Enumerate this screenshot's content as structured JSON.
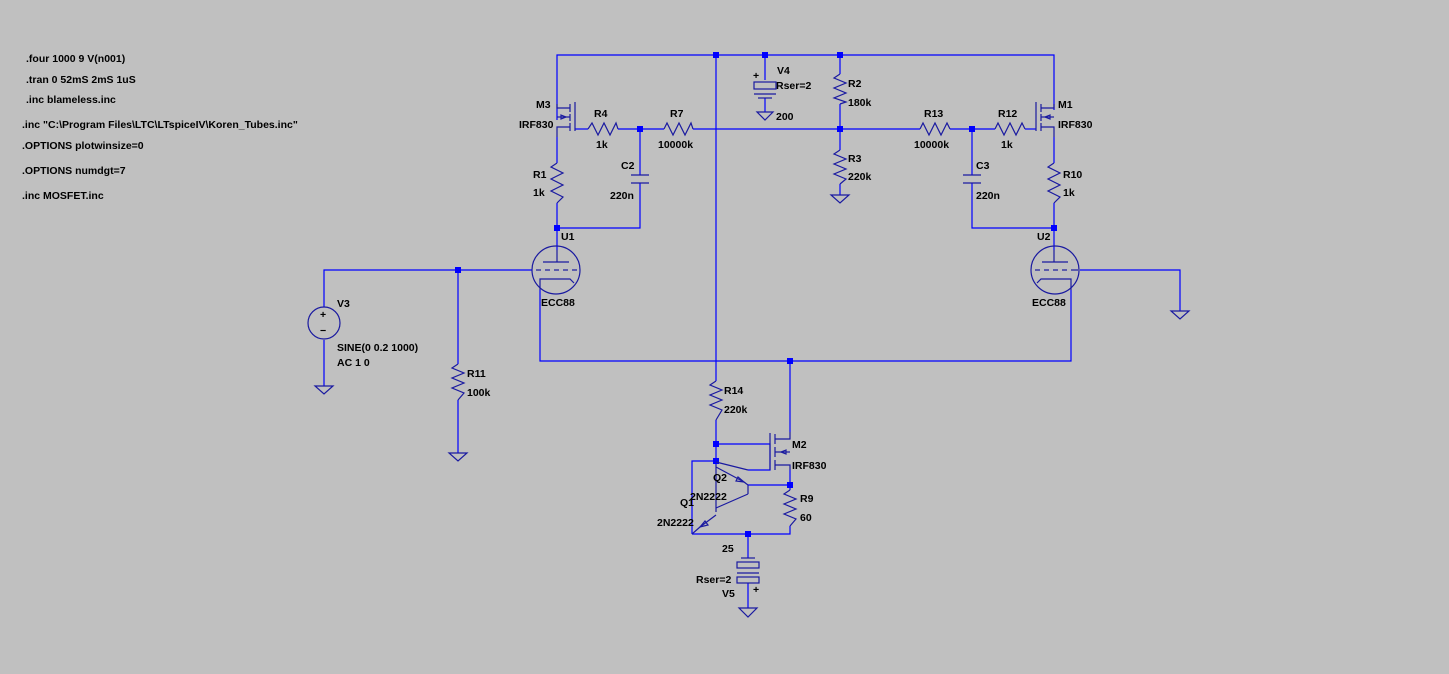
{
  "directives": [
    ".four 1000 9 V(n001)",
    ".tran 0 52mS 2mS 1uS",
    ".inc blameless.inc",
    ".inc \"C:\\Program Files\\LTC\\LTspiceIV\\Koren_Tubes.inc\"",
    ".OPTIONS plotwinsize=0",
    ".OPTIONS numdgt=7",
    ".inc MOSFET.inc"
  ],
  "components": {
    "M3": {
      "name": "M3",
      "value": "IRF830"
    },
    "M1": {
      "name": "M1",
      "value": "IRF830"
    },
    "M2": {
      "name": "M2",
      "value": "IRF830"
    },
    "R4": {
      "name": "R4",
      "value": "1k"
    },
    "R7": {
      "name": "R7",
      "value": "10000k"
    },
    "R1": {
      "name": "R1",
      "value": "1k"
    },
    "C2": {
      "name": "C2",
      "value": "220n"
    },
    "V4": {
      "name": "V4",
      "value": "200",
      "rser": "Rser=2",
      "plus": "+"
    },
    "R2": {
      "name": "R2",
      "value": "180k"
    },
    "R3": {
      "name": "R3",
      "value": "220k"
    },
    "R13": {
      "name": "R13",
      "value": "10000k"
    },
    "R12": {
      "name": "R12",
      "value": "1k"
    },
    "C3": {
      "name": "C3",
      "value": "220n"
    },
    "R10": {
      "name": "R10",
      "value": "1k"
    },
    "U1": {
      "name": "U1",
      "value": "ECC88"
    },
    "U2": {
      "name": "U2",
      "value": "ECC88"
    },
    "V3": {
      "name": "V3",
      "value": "SINE(0 0.2 1000)",
      "ac": "AC 1 0",
      "plus": "+",
      "minus": "−"
    },
    "R11": {
      "name": "R11",
      "value": "100k"
    },
    "R14": {
      "name": "R14",
      "value": "220k"
    },
    "Q2": {
      "name": "Q2",
      "value": "2N2222"
    },
    "Q1": {
      "name": "Q1",
      "value": "2N2222"
    },
    "R9": {
      "name": "R9",
      "value": "60"
    },
    "V5": {
      "name": "V5",
      "value": "25",
      "rser": "Rser=2",
      "plus": "+"
    }
  },
  "colors": {
    "background": "#c0c0c0",
    "wire": "#0000ff",
    "component": "#1a1aa0",
    "text": "#000000"
  }
}
